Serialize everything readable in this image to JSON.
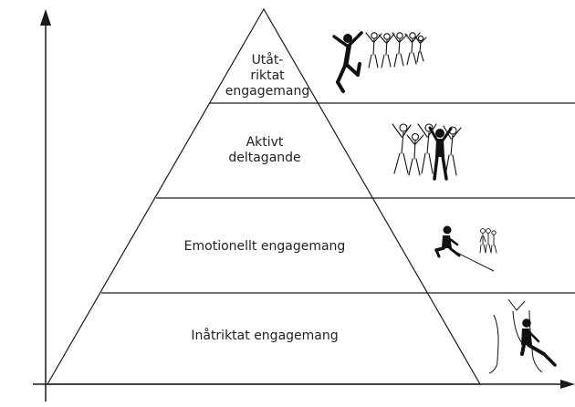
{
  "levels": [
    {
      "label_lines": [
        "Utåt-",
        "riktat",
        "engagemang"
      ],
      "figure": "leaping-and-cheering-people-icon"
    },
    {
      "label_lines": [
        "Aktivt",
        "deltagande"
      ],
      "figure": "group-with-raised-arms-icon"
    },
    {
      "label_lines": [
        "Emotionellt engagemang"
      ],
      "figure": "person-watching-group-icon"
    },
    {
      "label_lines": [
        "Inåtriktat engagemang"
      ],
      "figure": "person-sitting-under-tree-icon"
    }
  ],
  "colors": {
    "line": "#1a1a1a",
    "figure": "#111111",
    "text": "#222222"
  }
}
